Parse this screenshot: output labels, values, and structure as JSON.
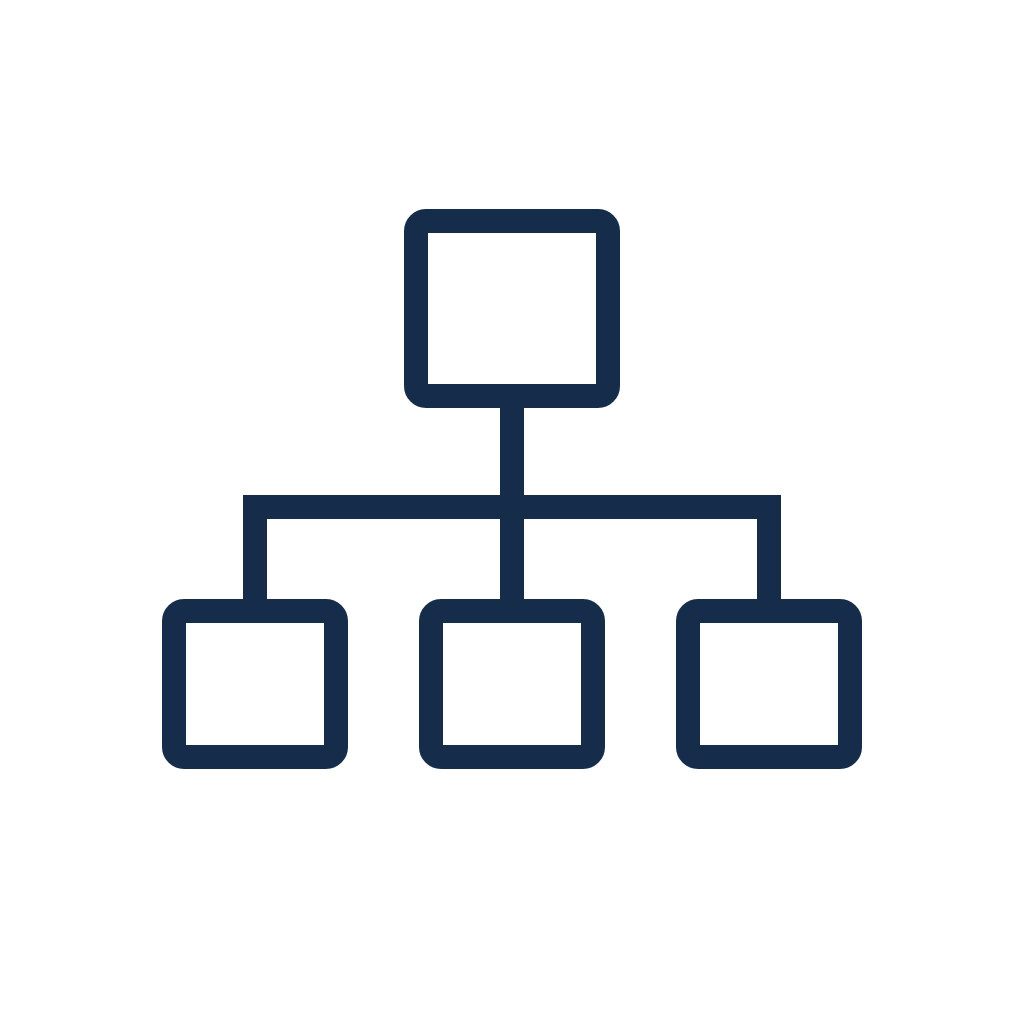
{
  "icon": {
    "name": "hierarchy-icon",
    "color": "#152d4b",
    "background": "#ffffff"
  },
  "diagram": {
    "nodes": [
      {
        "id": "root",
        "name": "root-node",
        "level": 0
      },
      {
        "id": "child-left",
        "name": "child-node-left",
        "level": 1
      },
      {
        "id": "child-middle",
        "name": "child-node-middle",
        "level": 1
      },
      {
        "id": "child-right",
        "name": "child-node-right",
        "level": 1
      }
    ],
    "edges": [
      {
        "from": "root",
        "to": "child-left"
      },
      {
        "from": "root",
        "to": "child-middle"
      },
      {
        "from": "root",
        "to": "child-right"
      }
    ]
  }
}
